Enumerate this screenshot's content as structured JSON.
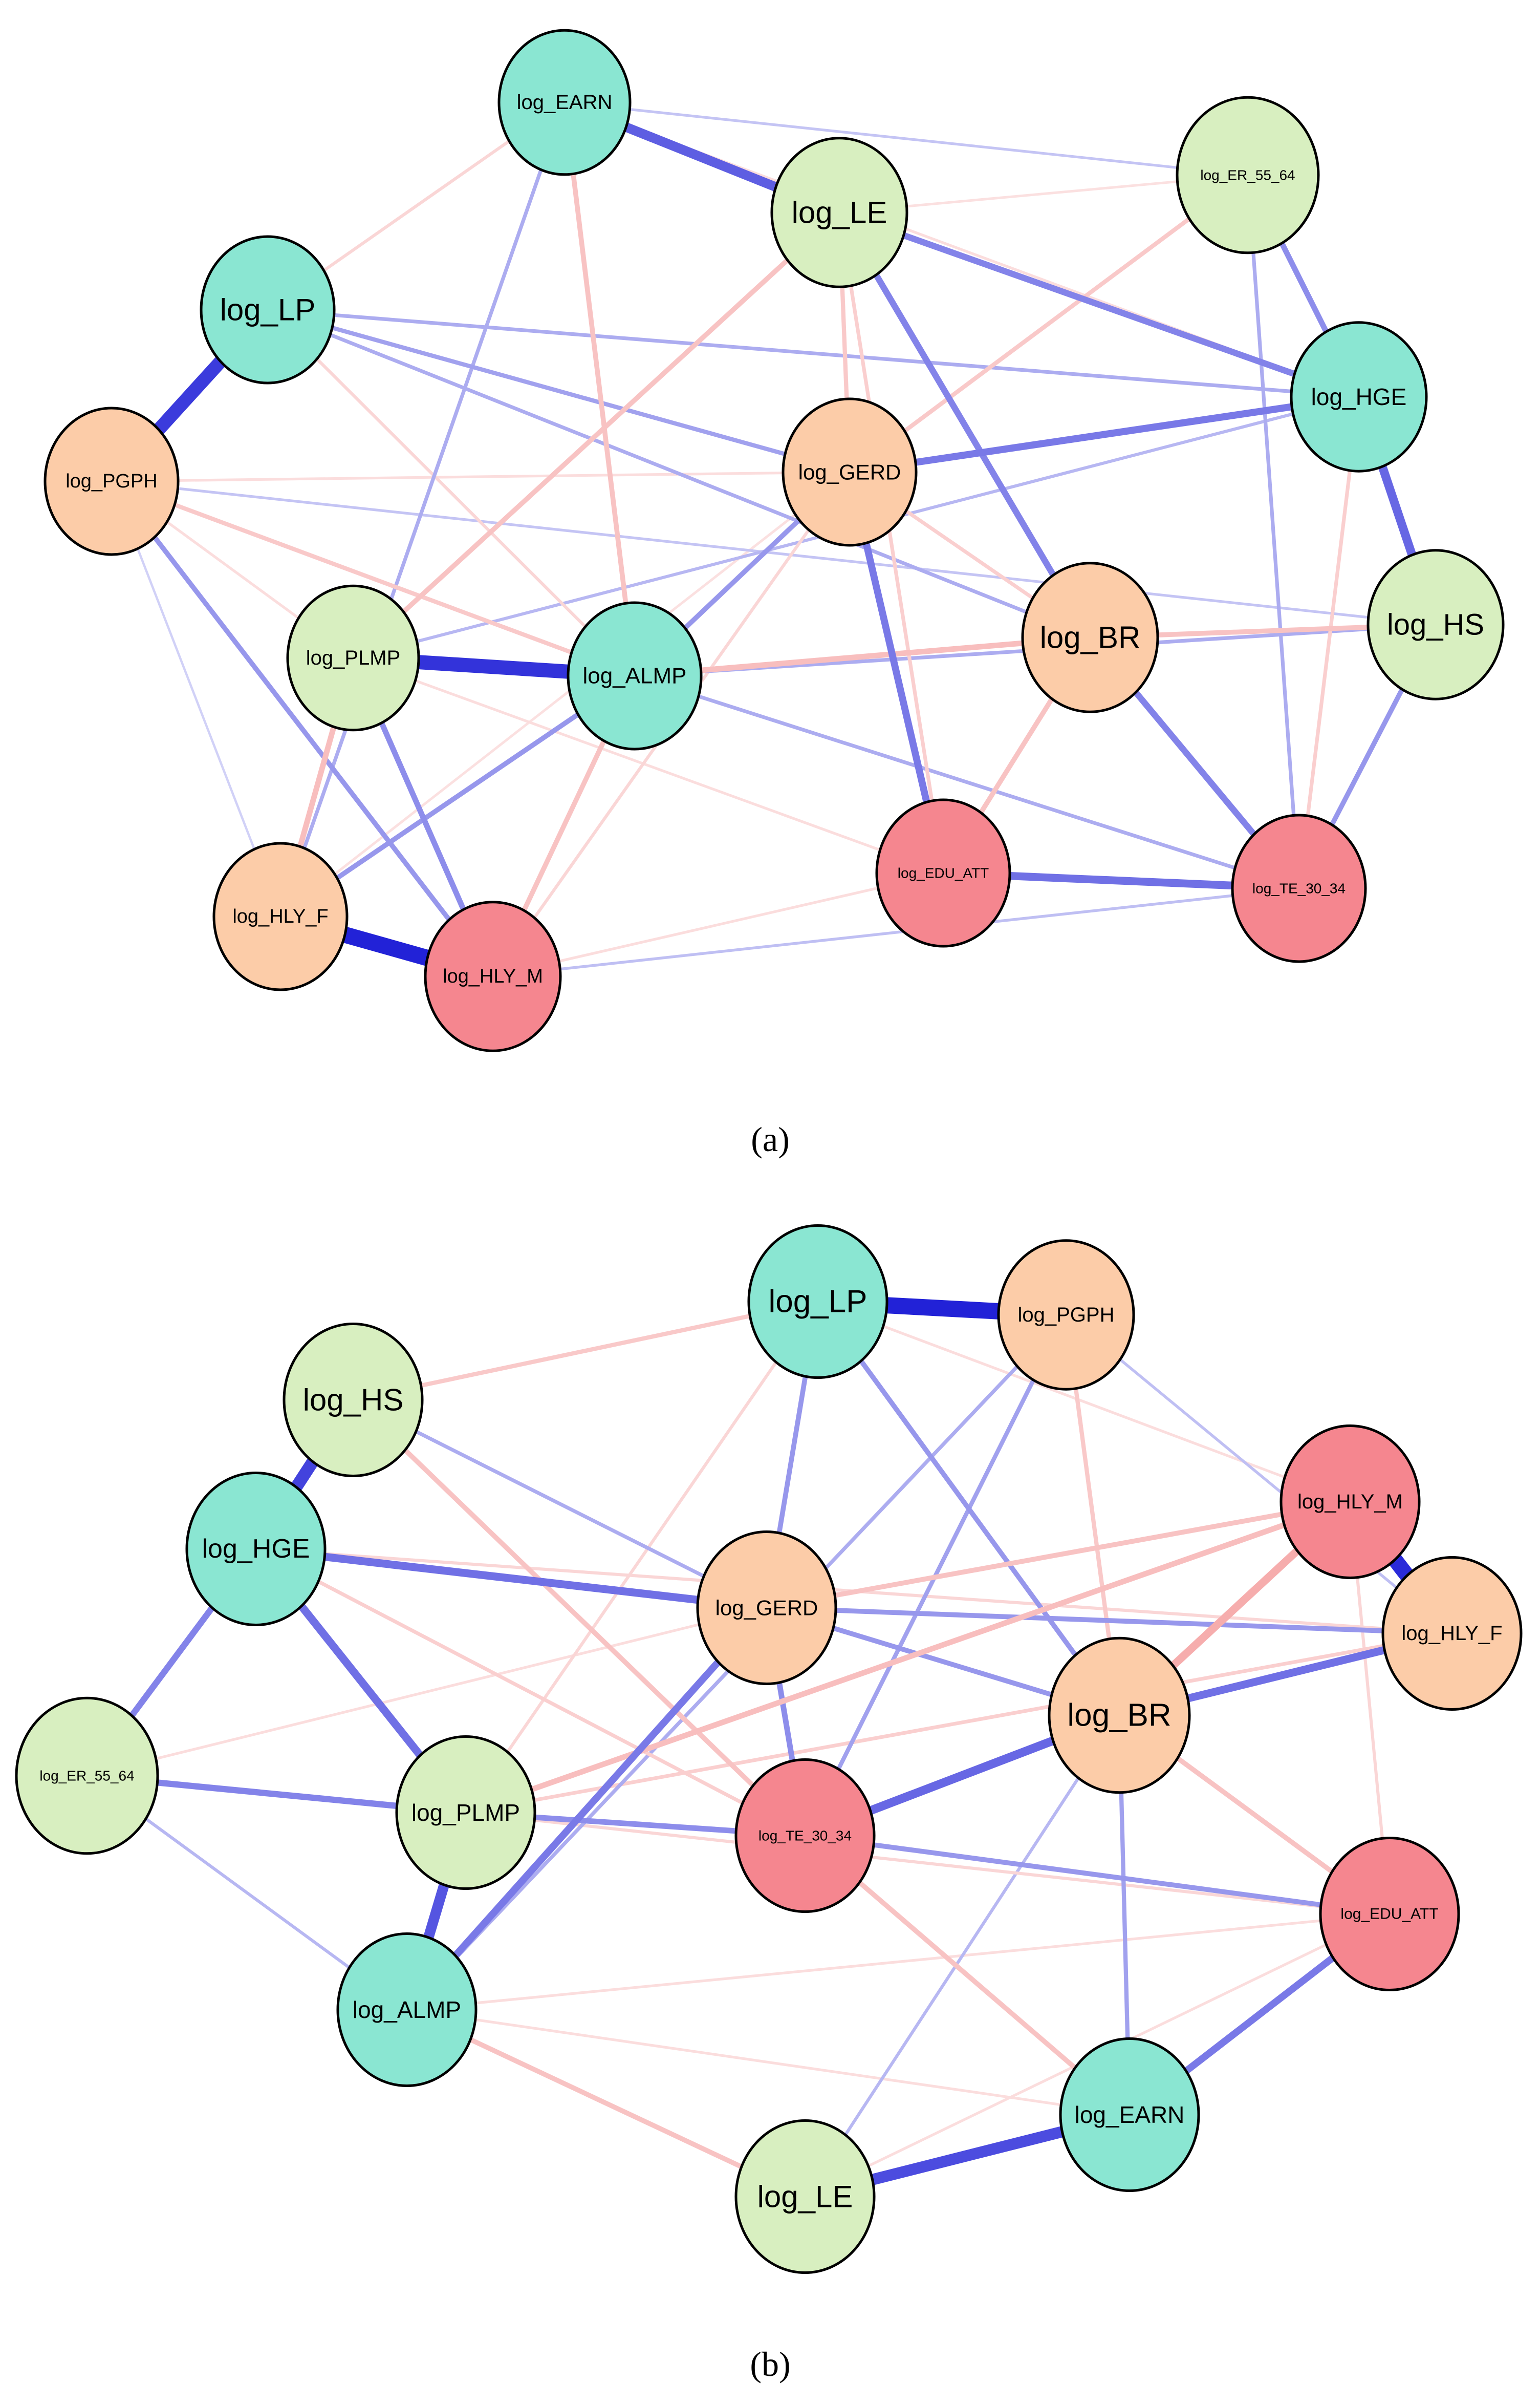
{
  "colors": {
    "positive_edge": "#1a1ad6",
    "negative_edge": "#f07c7c",
    "group_teal": "#8ae6d2",
    "group_green": "#d8efc0",
    "group_peach": "#fccca8",
    "group_red": "#f5868f"
  },
  "panels": [
    {
      "id": "a",
      "label": "(a)",
      "nodes": [
        {
          "id": "log_EARN",
          "label": "log_EARN",
          "group": "teal"
        },
        {
          "id": "log_LE",
          "label": "log_LE",
          "group": "green"
        },
        {
          "id": "log_ER_55_64",
          "label": "log_ER_55_64",
          "group": "green"
        },
        {
          "id": "log_LP",
          "label": "log_LP",
          "group": "teal"
        },
        {
          "id": "log_HGE",
          "label": "log_HGE",
          "group": "teal"
        },
        {
          "id": "log_PGPH",
          "label": "log_PGPH",
          "group": "peach"
        },
        {
          "id": "log_GERD",
          "label": "log_GERD",
          "group": "peach"
        },
        {
          "id": "log_HS",
          "label": "log_HS",
          "group": "green"
        },
        {
          "id": "log_BR",
          "label": "log_BR",
          "group": "peach"
        },
        {
          "id": "log_PLMP",
          "label": "log_PLMP",
          "group": "green"
        },
        {
          "id": "log_ALMP",
          "label": "log_ALMP",
          "group": "teal"
        },
        {
          "id": "log_EDU_ATT",
          "label": "log_EDU_ATT",
          "group": "red"
        },
        {
          "id": "log_TE_30_34",
          "label": "log_TE_30_34",
          "group": "red"
        },
        {
          "id": "log_HLY_F",
          "label": "log_HLY_F",
          "group": "peach"
        },
        {
          "id": "log_HLY_M",
          "label": "log_HLY_M",
          "group": "red"
        }
      ],
      "edges": [
        {
          "from": "log_HLY_F",
          "to": "log_HLY_M",
          "sign": "positive",
          "weight": 0.95
        },
        {
          "from": "log_LP",
          "to": "log_PGPH",
          "sign": "positive",
          "weight": 0.8
        },
        {
          "from": "log_PLMP",
          "to": "log_ALMP",
          "sign": "positive",
          "weight": 0.85
        },
        {
          "from": "log_EARN",
          "to": "log_LE",
          "sign": "positive",
          "weight": 0.6
        },
        {
          "from": "log_HGE",
          "to": "log_HS",
          "sign": "positive",
          "weight": 0.55
        },
        {
          "from": "log_EDU_ATT",
          "to": "log_TE_30_34",
          "sign": "positive",
          "weight": 0.5
        },
        {
          "from": "log_GERD",
          "to": "log_HGE",
          "sign": "positive",
          "weight": 0.45
        },
        {
          "from": "log_GERD",
          "to": "log_EDU_ATT",
          "sign": "positive",
          "weight": 0.45
        },
        {
          "from": "log_LE",
          "to": "log_HGE",
          "sign": "positive",
          "weight": 0.4
        },
        {
          "from": "log_LE",
          "to": "log_BR",
          "sign": "positive",
          "weight": 0.4
        },
        {
          "from": "log_BR",
          "to": "log_TE_30_34",
          "sign": "positive",
          "weight": 0.4
        },
        {
          "from": "log_HS",
          "to": "log_TE_30_34",
          "sign": "positive",
          "weight": 0.3
        },
        {
          "from": "log_ER_55_64",
          "to": "log_HGE",
          "sign": "positive",
          "weight": 0.35
        },
        {
          "from": "log_PLMP",
          "to": "log_HLY_M",
          "sign": "positive",
          "weight": 0.35
        },
        {
          "from": "log_ALMP",
          "to": "log_HLY_F",
          "sign": "positive",
          "weight": 0.3
        },
        {
          "from": "log_ALMP",
          "to": "log_GERD",
          "sign": "positive",
          "weight": 0.3
        },
        {
          "from": "log_PGPH",
          "to": "log_HLY_M",
          "sign": "positive",
          "weight": 0.3
        },
        {
          "from": "log_LP",
          "to": "log_GERD",
          "sign": "positive",
          "weight": 0.25
        },
        {
          "from": "log_LP",
          "to": "log_HGE",
          "sign": "positive",
          "weight": 0.2
        },
        {
          "from": "log_LP",
          "to": "log_BR",
          "sign": "positive",
          "weight": 0.2
        },
        {
          "from": "log_ALMP",
          "to": "log_HS",
          "sign": "positive",
          "weight": 0.2
        },
        {
          "from": "log_ALMP",
          "to": "log_TE_30_34",
          "sign": "positive",
          "weight": 0.2
        },
        {
          "from": "log_EARN",
          "to": "log_HLY_F",
          "sign": "positive",
          "weight": 0.2
        },
        {
          "from": "log_ER_55_64",
          "to": "log_TE_30_34",
          "sign": "positive",
          "weight": 0.2
        },
        {
          "from": "log_HGE",
          "to": "log_PLMP",
          "sign": "positive",
          "weight": 0.15
        },
        {
          "from": "log_EARN",
          "to": "log_ER_55_64",
          "sign": "positive",
          "weight": 0.1
        },
        {
          "from": "log_HLY_M",
          "to": "log_TE_30_34",
          "sign": "positive",
          "weight": 0.12
        },
        {
          "from": "log_PGPH",
          "to": "log_HS",
          "sign": "positive",
          "weight": 0.1
        },
        {
          "from": "log_LE",
          "to": "log_PLMP",
          "sign": "negative",
          "weight": 0.3
        },
        {
          "from": "log_EARN",
          "to": "log_ALMP",
          "sign": "negative",
          "weight": 0.3
        },
        {
          "from": "log_PLMP",
          "to": "log_HLY_F",
          "sign": "negative",
          "weight": 0.35
        },
        {
          "from": "log_ALMP",
          "to": "log_BR",
          "sign": "negative",
          "weight": 0.35
        },
        {
          "from": "log_BR",
          "to": "log_HS",
          "sign": "negative",
          "weight": 0.3
        },
        {
          "from": "log_BR",
          "to": "log_EDU_ATT",
          "sign": "negative",
          "weight": 0.3
        },
        {
          "from": "log_ALMP",
          "to": "log_HLY_M",
          "sign": "negative",
          "weight": 0.3
        },
        {
          "from": "log_LE",
          "to": "log_GERD",
          "sign": "negative",
          "weight": 0.25
        },
        {
          "from": "log_ER_55_64",
          "to": "log_GERD",
          "sign": "negative",
          "weight": 0.25
        },
        {
          "from": "log_PGPH",
          "to": "log_ALMP",
          "sign": "negative",
          "weight": 0.25
        },
        {
          "from": "log_LE",
          "to": "log_EDU_ATT",
          "sign": "negative",
          "weight": 0.2
        },
        {
          "from": "log_HGE",
          "to": "log_TE_30_34",
          "sign": "negative",
          "weight": 0.2
        },
        {
          "from": "log_GERD",
          "to": "log_BR",
          "sign": "negative",
          "weight": 0.2
        },
        {
          "from": "log_EARN",
          "to": "log_LP",
          "sign": "negative",
          "weight": 0.15
        },
        {
          "from": "log_EARN",
          "to": "log_HGE",
          "sign": "negative",
          "weight": 0.1
        },
        {
          "from": "log_PGPH",
          "to": "log_GERD",
          "sign": "negative",
          "weight": 0.1
        },
        {
          "from": "log_LP",
          "to": "log_ALMP",
          "sign": "negative",
          "weight": 0.15
        },
        {
          "from": "log_GERD",
          "to": "log_HLY_M",
          "sign": "negative",
          "weight": 0.15
        },
        {
          "from": "log_HLY_M",
          "to": "log_EDU_ATT",
          "sign": "negative",
          "weight": 0.1
        },
        {
          "from": "log_PLMP",
          "to": "log_EDU_ATT",
          "sign": "negative",
          "weight": 0.1
        },
        {
          "from": "log_PGPH",
          "to": "log_PLMP",
          "sign": "negative",
          "weight": 0.1
        },
        {
          "from": "log_PGPH",
          "to": "log_HLY_F",
          "sign": "positive",
          "weight": 0.05
        },
        {
          "from": "log_LE",
          "to": "log_ER_55_64",
          "sign": "negative",
          "weight": 0.08
        },
        {
          "from": "log_HLY_F",
          "to": "log_GERD",
          "sign": "negative",
          "weight": 0.08
        }
      ]
    },
    {
      "id": "b",
      "label": "(b)",
      "nodes": [
        {
          "id": "log_LP",
          "label": "log_LP",
          "group": "teal"
        },
        {
          "id": "log_PGPH",
          "label": "log_PGPH",
          "group": "peach"
        },
        {
          "id": "log_HS",
          "label": "log_HS",
          "group": "green"
        },
        {
          "id": "log_HLY_M",
          "label": "log_HLY_M",
          "group": "red"
        },
        {
          "id": "log_HGE",
          "label": "log_HGE",
          "group": "teal"
        },
        {
          "id": "log_GERD",
          "label": "log_GERD",
          "group": "peach"
        },
        {
          "id": "log_HLY_F",
          "label": "log_HLY_F",
          "group": "peach"
        },
        {
          "id": "log_BR",
          "label": "log_BR",
          "group": "peach"
        },
        {
          "id": "log_ER_55_64",
          "label": "log_ER_55_64",
          "group": "green"
        },
        {
          "id": "log_PLMP",
          "label": "log_PLMP",
          "group": "green"
        },
        {
          "id": "log_TE_30_34",
          "label": "log_TE_30_34",
          "group": "red"
        },
        {
          "id": "log_EDU_ATT",
          "label": "log_EDU_ATT",
          "group": "red"
        },
        {
          "id": "log_ALMP",
          "label": "log_ALMP",
          "group": "teal"
        },
        {
          "id": "log_EARN",
          "label": "log_EARN",
          "group": "teal"
        },
        {
          "id": "log_LE",
          "label": "log_LE",
          "group": "green"
        }
      ],
      "edges": [
        {
          "from": "log_LP",
          "to": "log_PGPH",
          "sign": "positive",
          "weight": 0.95
        },
        {
          "from": "log_HLY_M",
          "to": "log_HLY_F",
          "sign": "positive",
          "weight": 0.9
        },
        {
          "from": "log_HS",
          "to": "log_HGE",
          "sign": "positive",
          "weight": 0.75
        },
        {
          "from": "log_LE",
          "to": "log_EARN",
          "sign": "positive",
          "weight": 0.7
        },
        {
          "from": "log_PLMP",
          "to": "log_ALMP",
          "sign": "positive",
          "weight": 0.65
        },
        {
          "from": "log_BR",
          "to": "log_TE_30_34",
          "sign": "positive",
          "weight": 0.55
        },
        {
          "from": "log_BR",
          "to": "log_HLY_F",
          "sign": "positive",
          "weight": 0.5
        },
        {
          "from": "log_HGE",
          "to": "log_GERD",
          "sign": "positive",
          "weight": 0.5
        },
        {
          "from": "log_HGE",
          "to": "log_PLMP",
          "sign": "positive",
          "weight": 0.5
        },
        {
          "from": "log_EARN",
          "to": "log_EDU_ATT",
          "sign": "positive",
          "weight": 0.45
        },
        {
          "from": "log_ALMP",
          "to": "log_GERD",
          "sign": "positive",
          "weight": 0.45
        },
        {
          "from": "log_ER_55_64",
          "to": "log_PLMP",
          "sign": "positive",
          "weight": 0.4
        },
        {
          "from": "log_HGE",
          "to": "log_ER_55_64",
          "sign": "positive",
          "weight": 0.4
        },
        {
          "from": "log_PLMP",
          "to": "log_TE_30_34",
          "sign": "positive",
          "weight": 0.35
        },
        {
          "from": "log_GERD",
          "to": "log_TE_30_34",
          "sign": "positive",
          "weight": 0.35
        },
        {
          "from": "log_GERD",
          "to": "log_BR",
          "sign": "positive",
          "weight": 0.3
        },
        {
          "from": "log_GERD",
          "to": "log_HLY_F",
          "sign": "positive",
          "weight": 0.3
        },
        {
          "from": "log_TE_30_34",
          "to": "log_EDU_ATT",
          "sign": "positive",
          "weight": 0.3
        },
        {
          "from": "log_LP",
          "to": "log_BR",
          "sign": "positive",
          "weight": 0.3
        },
        {
          "from": "log_LP",
          "to": "log_GERD",
          "sign": "positive",
          "weight": 0.3
        },
        {
          "from": "log_PGPH",
          "to": "log_TE_30_34",
          "sign": "positive",
          "weight": 0.25
        },
        {
          "from": "log_BR",
          "to": "log_EARN",
          "sign": "positive",
          "weight": 0.25
        },
        {
          "from": "log_HS",
          "to": "log_GERD",
          "sign": "positive",
          "weight": 0.2
        },
        {
          "from": "log_ER_55_64",
          "to": "log_ALMP",
          "sign": "positive",
          "weight": 0.15
        },
        {
          "from": "log_HS",
          "to": "log_LP",
          "sign": "positive",
          "weight": 0.15
        },
        {
          "from": "log_ALMP",
          "to": "log_LE",
          "sign": "positive",
          "weight": 0.2
        },
        {
          "from": "log_LE",
          "to": "log_BR",
          "sign": "positive",
          "weight": 0.15
        },
        {
          "from": "log_HLY_M",
          "to": "log_BR",
          "sign": "negative",
          "weight": 0.5
        },
        {
          "from": "log_HLY_M",
          "to": "log_PLMP",
          "sign": "negative",
          "weight": 0.35
        },
        {
          "from": "log_HLY_M",
          "to": "log_GERD",
          "sign": "negative",
          "weight": 0.3
        },
        {
          "from": "log_HS",
          "to": "log_TE_30_34",
          "sign": "negative",
          "weight": 0.3
        },
        {
          "from": "log_TE_30_34",
          "to": "log_EARN",
          "sign": "negative",
          "weight": 0.3
        },
        {
          "from": "log_ALMP",
          "to": "log_LE",
          "sign": "negative",
          "weight": 0.3
        },
        {
          "from": "log_LP",
          "to": "log_HS",
          "sign": "negative",
          "weight": 0.25
        },
        {
          "from": "log_PGPH",
          "to": "log_BR",
          "sign": "negative",
          "weight": 0.25
        },
        {
          "from": "log_BR",
          "to": "log_EDU_ATT",
          "sign": "negative",
          "weight": 0.3
        },
        {
          "from": "log_HGE",
          "to": "log_HLY_F",
          "sign": "negative",
          "weight": 0.15
        },
        {
          "from": "log_HLY_F",
          "to": "log_PLMP",
          "sign": "negative",
          "weight": 0.2
        },
        {
          "from": "log_LP",
          "to": "log_PLMP",
          "sign": "negative",
          "weight": 0.15
        },
        {
          "from": "log_PGPH",
          "to": "log_ALMP",
          "sign": "positive",
          "weight": 0.2
        },
        {
          "from": "log_HGE",
          "to": "log_TE_30_34",
          "sign": "negative",
          "weight": 0.2
        },
        {
          "from": "log_HLY_M",
          "to": "log_EDU_ATT",
          "sign": "negative",
          "weight": 0.15
        },
        {
          "from": "log_PLMP",
          "to": "log_EDU_ATT",
          "sign": "negative",
          "weight": 0.15
        },
        {
          "from": "log_ALMP",
          "to": "log_EDU_ATT",
          "sign": "negative",
          "weight": 0.1
        },
        {
          "from": "log_ER_55_64",
          "to": "log_GERD",
          "sign": "negative",
          "weight": 0.1
        },
        {
          "from": "log_LP",
          "to": "log_HLY_M",
          "sign": "negative",
          "weight": 0.1
        },
        {
          "from": "log_ALMP",
          "to": "log_EARN",
          "sign": "negative",
          "weight": 0.1
        },
        {
          "from": "log_LE",
          "to": "log_EDU_ATT",
          "sign": "negative",
          "weight": 0.1
        },
        {
          "from": "log_PGPH",
          "to": "log_HLY_F",
          "sign": "positive",
          "weight": 0.12
        }
      ]
    }
  ]
}
